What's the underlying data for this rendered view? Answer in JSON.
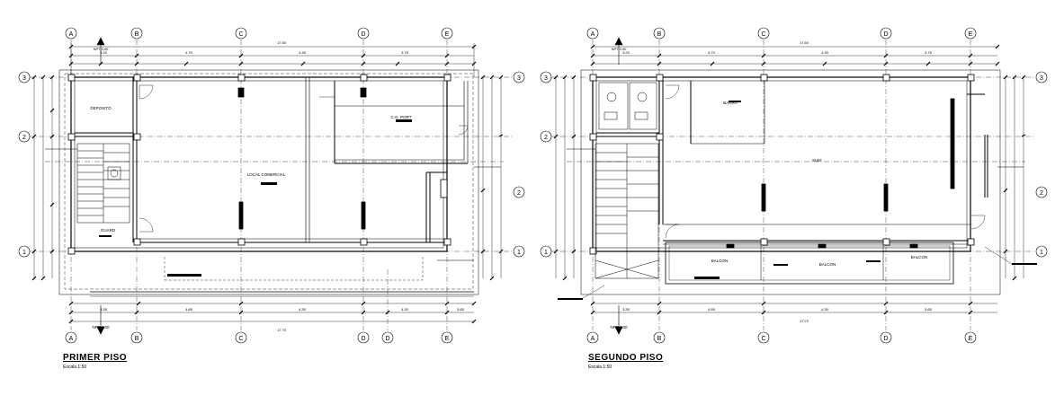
{
  "plans": [
    {
      "title": "PRIMER PISO",
      "scale": "Escala 1:50",
      "grid_x_top": [
        "A",
        "B",
        "C",
        "D",
        "E"
      ],
      "grid_x_bottom": [
        "A",
        "B",
        "C",
        "D",
        "D",
        "E"
      ],
      "grid_y": [
        "3",
        "2",
        "1"
      ],
      "rooms": [
        "DEPOSITO",
        "LOCAL COMERCIAL",
        "GUARD",
        "C.G. PORT"
      ],
      "dims_top": [
        "3.20",
        "4.70",
        "4.35",
        "3.75"
      ],
      "dims_bottom": [
        "3.35",
        "4.85",
        "4.35",
        "4.30",
        "3.65"
      ],
      "overall_top": "17.60",
      "overall_bottom": "17.70",
      "level_mark": "NPT 0.00"
    },
    {
      "title": "SEGUNDO PISO",
      "scale": "Escala 1:50",
      "grid_x_top": [
        "A",
        "B",
        "C",
        "D",
        "E"
      ],
      "grid_x_bottom": [
        "A",
        "B",
        "C",
        "D",
        "E"
      ],
      "grid_y": [
        "3",
        "2",
        "1"
      ],
      "rooms": [
        "BARRA",
        "SUM",
        "BALCON",
        "BALCON",
        "BALCON"
      ],
      "dims_top": [
        "3.20",
        "4.70",
        "4.35",
        "3.75"
      ],
      "dims_bottom": [
        "3.35",
        "4.85",
        "4.35",
        "3.65"
      ],
      "overall_top": "17.60",
      "overall_bottom": "17.70",
      "level_mark": "NPT 3.00"
    }
  ]
}
